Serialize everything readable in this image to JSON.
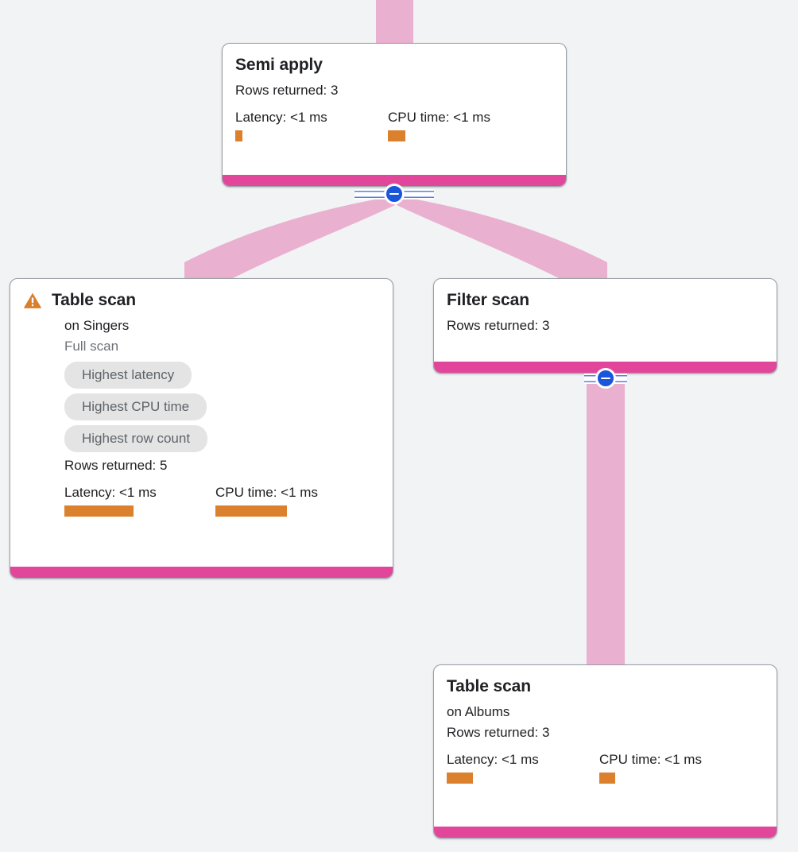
{
  "theme": {
    "background": "#f1f3f4",
    "card_background": "#ffffff",
    "card_border": "#9aa0a6",
    "footer_bar": "#e2469b",
    "edge_ribbon": "#eab0d0",
    "metric_bar": "#db802d",
    "badge_background": "#e4e4e4",
    "badge_text": "#5f6368",
    "toggle_blue": "#1a56db",
    "warning_orange": "#d97f2b"
  },
  "nodes": [
    {
      "id": "semi-apply",
      "title": "Semi apply",
      "rows_returned": "Rows returned: 3",
      "latency_label": "Latency: <1 ms",
      "cpu_label": "CPU time: <1 ms",
      "latency_bar_width": 9,
      "cpu_bar_width": 22,
      "has_warning": false
    },
    {
      "id": "table-scan-singers",
      "title": "Table scan",
      "subtitle": "on Singers",
      "scan_type": "Full scan",
      "badges": [
        "Highest latency",
        "Highest CPU time",
        "Highest row count"
      ],
      "rows_returned": "Rows returned: 5",
      "latency_label": "Latency: <1 ms",
      "cpu_label": "CPU time: <1 ms",
      "latency_bar_width": 87,
      "cpu_bar_width": 90,
      "has_warning": true,
      "warning_icon": "warning-triangle-icon"
    },
    {
      "id": "filter-scan",
      "title": "Filter scan",
      "rows_returned": "Rows returned: 3",
      "has_warning": false
    },
    {
      "id": "table-scan-albums",
      "title": "Table scan",
      "subtitle": "on Albums",
      "rows_returned": "Rows returned: 3",
      "latency_label": "Latency: <1 ms",
      "cpu_label": "CPU time: <1 ms",
      "latency_bar_width": 33,
      "cpu_bar_width": 20,
      "has_warning": false
    }
  ],
  "toggles": [
    {
      "id": "toggle-semi-apply",
      "state": "expanded",
      "icon": "minus-circle-icon"
    },
    {
      "id": "toggle-filter-scan",
      "state": "expanded",
      "icon": "minus-circle-icon"
    }
  ]
}
